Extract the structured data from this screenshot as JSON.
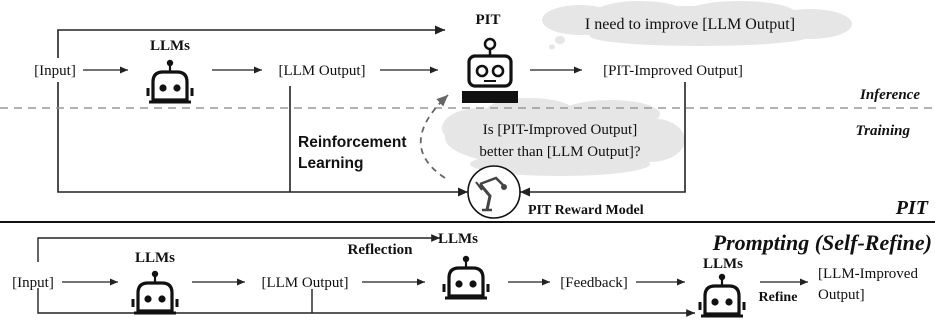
{
  "pit_section": {
    "input_label": "[Input]",
    "llms_label": "LLMs",
    "llm_output_label": "[LLM Output]",
    "pit_label": "PIT",
    "pit_improved_label": "[PIT-Improved Output]",
    "thought_inference": "I need to improve [LLM Output]",
    "inference_label": "Inference",
    "training_label": "Training",
    "rl_line1": "Reinforcement",
    "rl_line2": "Learning",
    "thought_training_line1": "Is [PIT-Improved Output]",
    "thought_training_line2": "better than [LLM Output]?",
    "reward_model_label": "PIT Reward Model",
    "section_title": "PIT"
  },
  "prompting_section": {
    "section_title": "Prompting (Self-Refine)",
    "input_label": "[Input]",
    "llms_label_1": "LLMs",
    "llm_output_label": "[LLM Output]",
    "reflection_label": "Reflection",
    "llms_label_2": "LLMs",
    "feedback_label": "[Feedback]",
    "llms_label_3": "LLMs",
    "refine_label": "Refine",
    "improved_line1": "[LLM-Improved",
    "improved_line2": "Output]"
  },
  "colors": {
    "ink": "#111111",
    "thought_cloud": "#e6e6e6",
    "divider_dashed": "#999999"
  }
}
